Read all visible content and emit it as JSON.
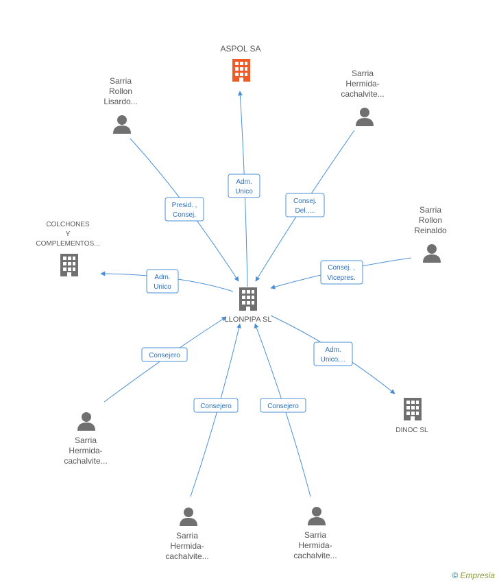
{
  "colors": {
    "edge": "#4a8fd6",
    "company": "#707070",
    "company_highlight": "#f05a28",
    "person": "#707070"
  },
  "nodes": {
    "center": {
      "label": [
        "LLONPIPA SL"
      ],
      "kind": "company"
    },
    "aspol": {
      "label": [
        "ASPOL SA"
      ],
      "kind": "company-highlight"
    },
    "colchones": {
      "label": [
        "COLCHONES",
        "Y",
        "COMPLEMENTOS..."
      ],
      "kind": "company"
    },
    "dinoc": {
      "label": [
        "DINOC SL"
      ],
      "kind": "company"
    },
    "p_lisardo": {
      "label": [
        "Sarria",
        "Rollon",
        "Lisardo..."
      ],
      "kind": "person"
    },
    "p_top_right": {
      "label": [
        "Sarria",
        "Hermida-",
        "cachalvite..."
      ],
      "kind": "person"
    },
    "p_reinaldo": {
      "label": [
        "Sarria",
        "Rollon",
        "Reinaldo"
      ],
      "kind": "person"
    },
    "p_left": {
      "label": [
        "Sarria",
        "Hermida-",
        "cachalvite..."
      ],
      "kind": "person"
    },
    "p_bottom_left": {
      "label": [
        "Sarria",
        "Hermida-",
        "cachalvite..."
      ],
      "kind": "person"
    },
    "p_bottom_right": {
      "label": [
        "Sarria",
        "Hermida-",
        "cachalvite..."
      ],
      "kind": "person"
    }
  },
  "edges": [
    {
      "id": "e_aspol",
      "roles": [
        "Adm.",
        "Unico"
      ]
    },
    {
      "id": "e_lisardo",
      "roles": [
        "Presid. ,",
        "Consej."
      ]
    },
    {
      "id": "e_top_right",
      "roles": [
        "Consej.",
        "Del.,..."
      ]
    },
    {
      "id": "e_reinaldo",
      "roles": [
        "Consej. ,",
        "Vicepres."
      ]
    },
    {
      "id": "e_colchones",
      "roles": [
        "Adm.",
        "Unico"
      ]
    },
    {
      "id": "e_dinoc",
      "roles": [
        "Adm.",
        "Unico,..."
      ]
    },
    {
      "id": "e_left",
      "roles": [
        "Consejero"
      ]
    },
    {
      "id": "e_bottom_left",
      "roles": [
        "Consejero"
      ]
    },
    {
      "id": "e_bottom_right",
      "roles": [
        "Consejero"
      ]
    }
  ],
  "footer": {
    "copyright": "©",
    "brand": "Empresia"
  }
}
